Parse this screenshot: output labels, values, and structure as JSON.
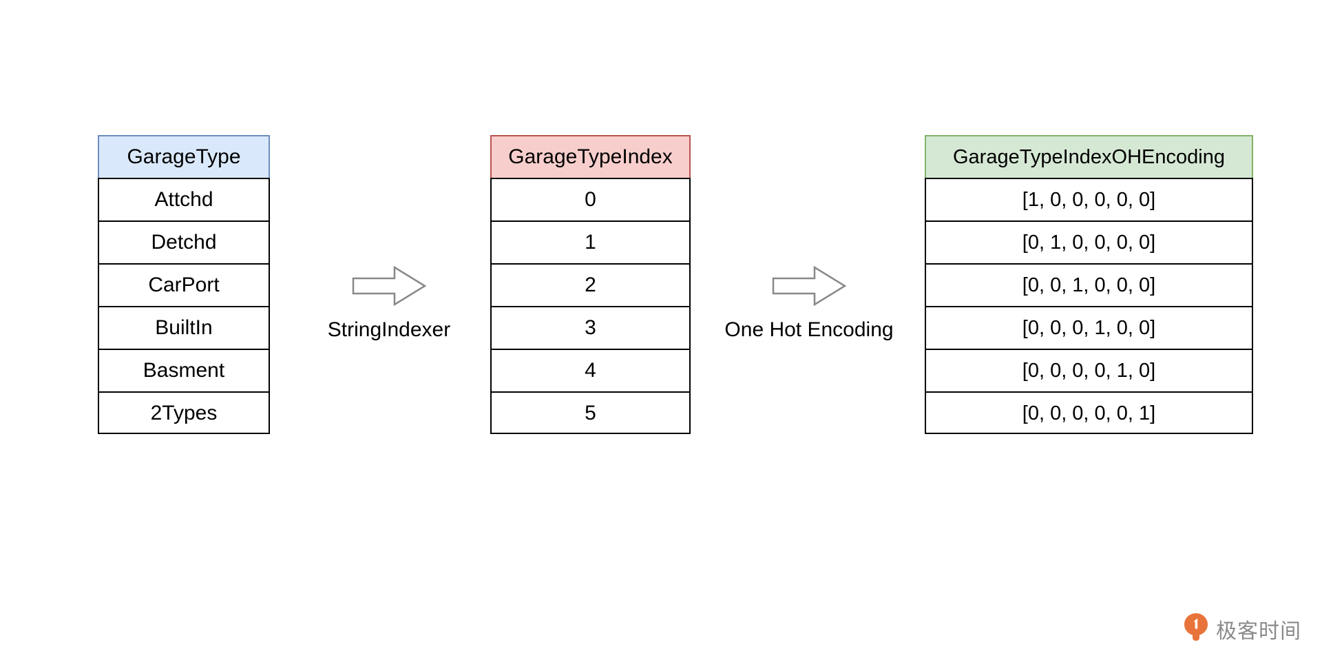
{
  "diagram": {
    "title": "StringIndexer and One Hot Encoding pipeline",
    "colors": {
      "header_blue_fill": "#dae8fc",
      "header_blue_stroke": "#6c8ebf",
      "header_pink_fill": "#f8cecc",
      "header_pink_stroke": "#b85450",
      "header_green_fill": "#d5e8d4",
      "header_green_stroke": "#82b366",
      "cell_stroke": "#000000",
      "arrow_stroke": "#888888",
      "watermark_orange": "#e8743b",
      "watermark_gray": "#8a8a8a"
    },
    "tables": [
      {
        "name": "garage-type",
        "header": "GarageType",
        "header_style": "blue",
        "rows": [
          "Attchd",
          "Detchd",
          "CarPort",
          "BuiltIn",
          "Basment",
          "2Types"
        ]
      },
      {
        "name": "garage-type-index",
        "header": "GarageTypeIndex",
        "header_style": "pink",
        "rows": [
          "0",
          "1",
          "2",
          "3",
          "4",
          "5"
        ]
      },
      {
        "name": "garage-type-ohe",
        "header": "GarageTypeIndexOHEncoding",
        "header_style": "green",
        "rows": [
          "[1, 0, 0, 0, 0, 0]",
          "[0, 1, 0, 0, 0, 0]",
          "[0, 0, 1, 0, 0, 0]",
          "[0, 0, 0, 1, 0, 0]",
          "[0, 0, 0, 0, 1, 0]",
          "[0, 0, 0, 0, 0, 1]"
        ]
      }
    ],
    "steps": [
      {
        "name": "string-indexer",
        "label": "StringIndexer",
        "icon": "right-block-arrow-icon"
      },
      {
        "name": "one-hot-encoding",
        "label": "One Hot Encoding",
        "icon": "right-block-arrow-icon"
      }
    ]
  },
  "watermark": {
    "text": "极客时间",
    "logo_icon": "geektime-logo-icon"
  }
}
